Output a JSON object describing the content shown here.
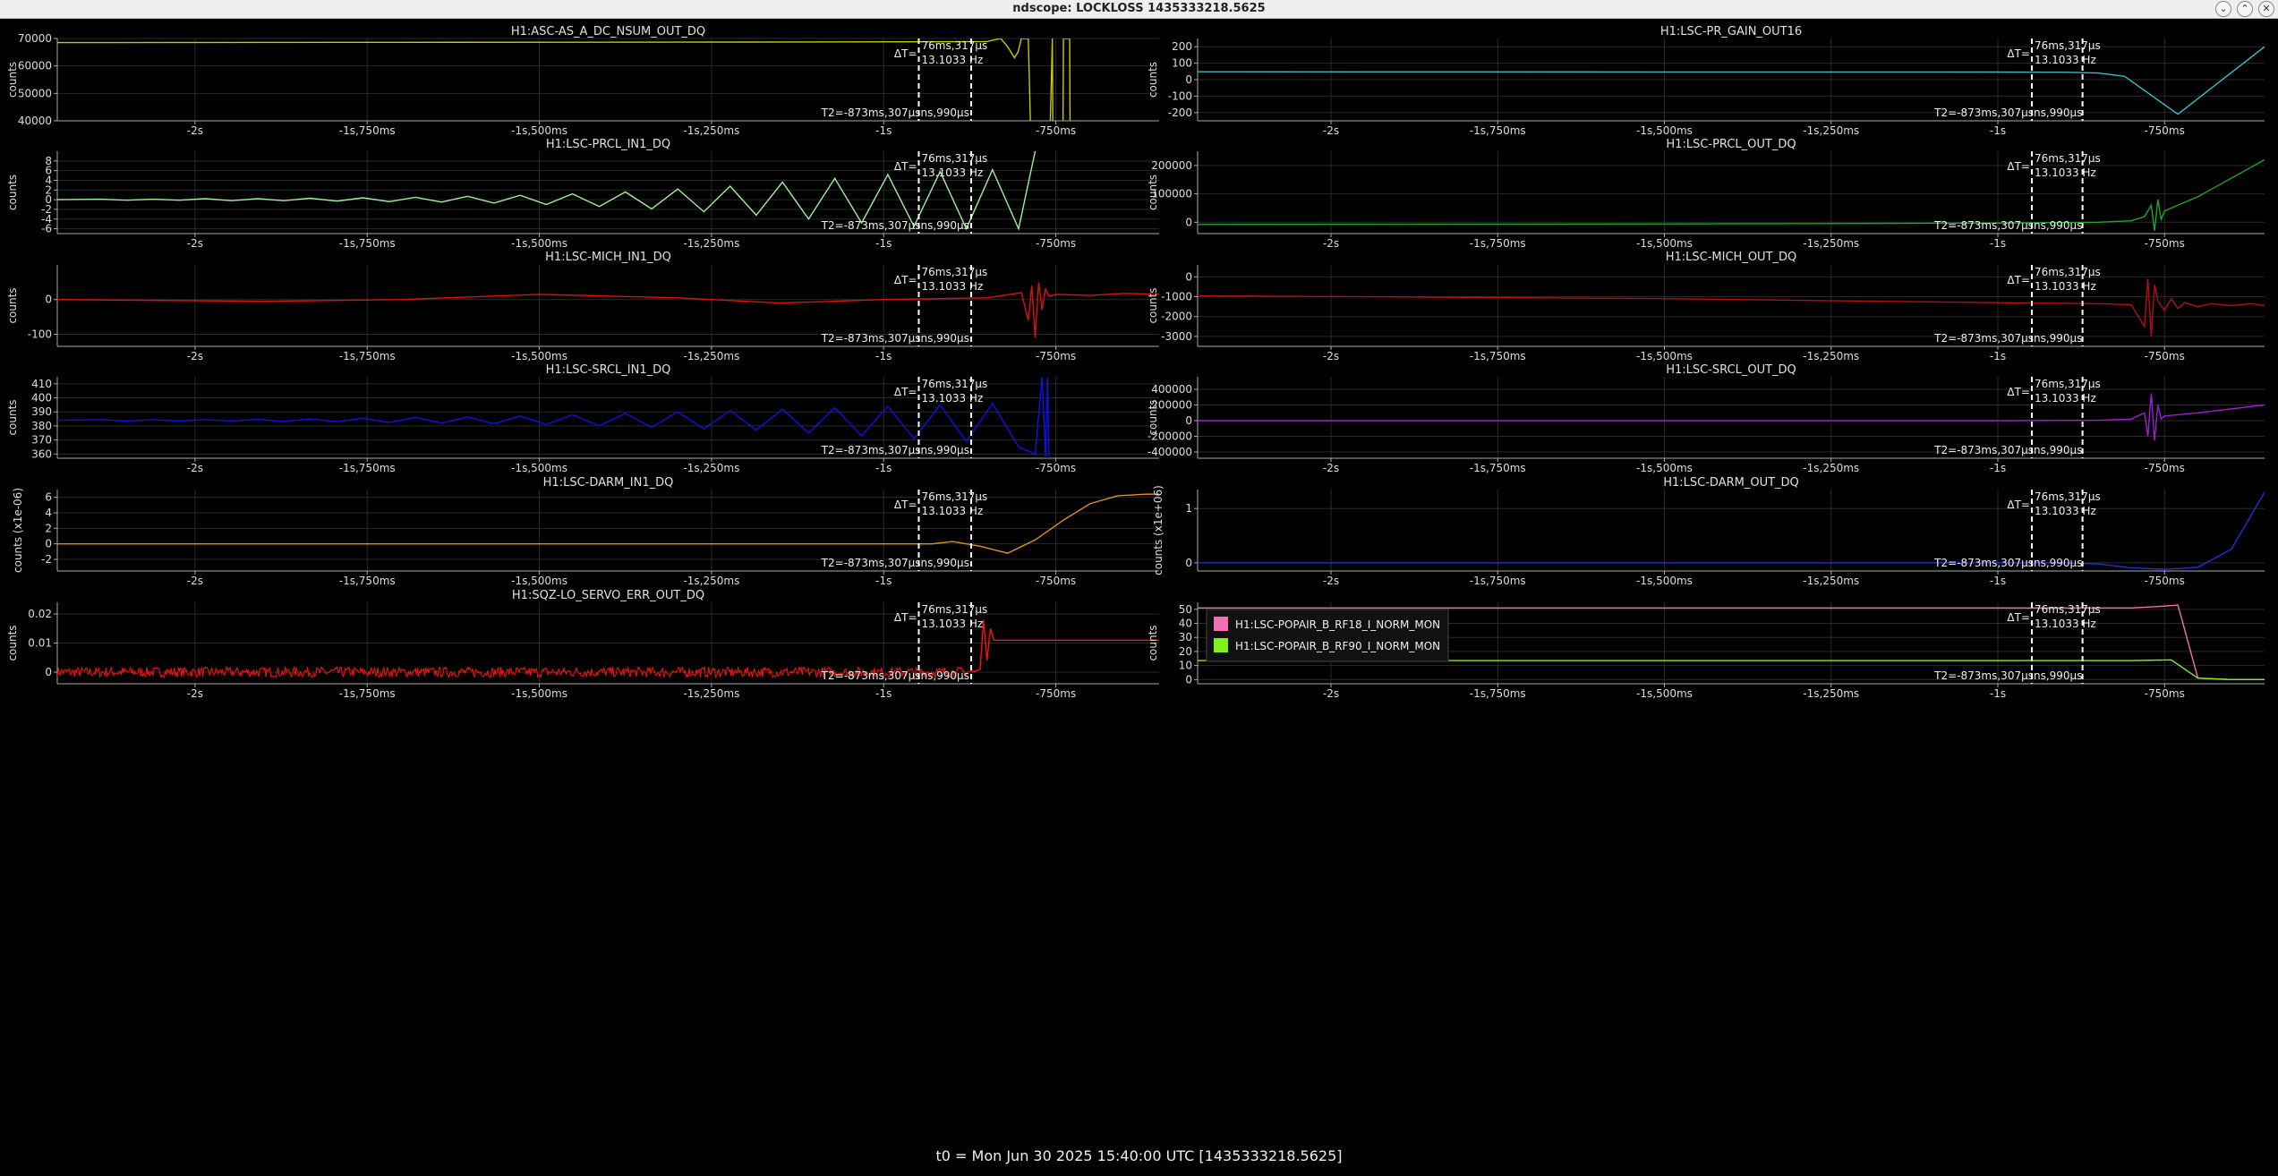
{
  "window": {
    "title": "ndscope: LOCKLOSS 1435333218.5625",
    "buttons": [
      "⌄",
      "⌃",
      "✕"
    ]
  },
  "footer": "t0 = Mon Jun 30 2025 15:40:00 UTC [1435333218.5625]",
  "cursors": {
    "delta_label": "ΔT=",
    "delta_time": "76ms,317µs",
    "delta_freq": "13.1033 Hz",
    "t2_label": "T2=-873ms,307µs",
    "t1_fragment": "ns,990µs",
    "t1": -0.949,
    "t2": -0.873
  },
  "chart_data": [
    {
      "type": "line",
      "title": "H1:ASC-AS_A_DC_NSUM_OUT_DQ",
      "ylabel": "counts",
      "xlim": [
        -2.2,
        -0.6
      ],
      "ylim": [
        40000,
        70000
      ],
      "yticks": [
        40000,
        50000,
        60000,
        70000
      ],
      "ytick_labels": [
        "40000",
        "50000",
        "60000",
        "70000"
      ],
      "xticks": [
        -2.0,
        -1.75,
        -1.5,
        -1.25,
        -1.0,
        -0.75
      ],
      "xtick_labels": [
        "-2s",
        "-1s,750ms",
        "-1s,500ms",
        "-1s,250ms",
        "-1s",
        "-750ms"
      ],
      "color": "#c8c800",
      "series": [
        {
          "x": [
            -2.2,
            -1.7,
            -1.2,
            -0.95,
            -0.85,
            -0.83,
            -0.82,
            -0.81,
            -0.805,
            -0.8,
            -0.79,
            -0.785,
            -0.76,
            -0.755,
            -0.754,
            -0.74,
            -0.739,
            -0.73,
            -0.729
          ],
          "y": [
            68500,
            68600,
            68700,
            68800,
            68900,
            70000,
            67000,
            63000,
            65000,
            70000,
            70000,
            20000,
            20000,
            70000,
            20000,
            20000,
            70000,
            70000,
            20000
          ]
        }
      ]
    },
    {
      "type": "line",
      "title": "H1:LSC-PR_GAIN_OUT16",
      "ylabel": "counts",
      "xlim": [
        -2.2,
        -0.6
      ],
      "ylim": [
        -250,
        250
      ],
      "yticks": [
        -200,
        -100,
        0,
        100,
        200
      ],
      "ytick_labels": [
        "-200",
        "-100",
        "0",
        "100",
        "200"
      ],
      "xticks": [
        -2.0,
        -1.75,
        -1.5,
        -1.25,
        -1.0,
        -0.75
      ],
      "xtick_labels": [
        "-2s",
        "-1s,750ms",
        "-1s,500ms",
        "-1s,250ms",
        "-1s",
        "-750ms"
      ],
      "color": "#40b8c0",
      "series": [
        {
          "x": [
            -2.2,
            -1.5,
            -1.0,
            -0.9,
            -0.85,
            -0.81,
            -0.73,
            -0.6
          ],
          "y": [
            48,
            47,
            46,
            45,
            40,
            20,
            -210,
            200
          ]
        }
      ]
    },
    {
      "type": "line",
      "title": "H1:LSC-PRCL_IN1_DQ",
      "ylabel": "counts",
      "xlim": [
        -2.2,
        -0.6
      ],
      "ylim": [
        -7,
        10
      ],
      "yticks": [
        -6,
        -4,
        -2,
        0,
        2,
        4,
        6,
        8
      ],
      "ytick_labels": [
        "-6",
        "-4",
        "-2",
        "0",
        "2",
        "4",
        "6",
        "8"
      ],
      "xticks": [
        -2.0,
        -1.75,
        -1.5,
        -1.25,
        -1.0,
        -0.75
      ],
      "xtick_labels": [
        "-2s",
        "-1s,750ms",
        "-1s,500ms",
        "-1s,250ms",
        "-1s",
        "-750ms"
      ],
      "color": "#a0f0a0",
      "series": [
        {
          "x": [
            -2.2,
            -2.137,
            -2.099,
            -2.061,
            -2.023,
            -1.985,
            -1.947,
            -1.909,
            -1.871,
            -1.833,
            -1.794,
            -1.756,
            -1.718,
            -1.68,
            -1.642,
            -1.604,
            -1.566,
            -1.528,
            -1.49,
            -1.452,
            -1.413,
            -1.375,
            -1.337,
            -1.299,
            -1.261,
            -1.223,
            -1.185,
            -1.147,
            -1.109,
            -1.071,
            -1.032,
            -0.994,
            -0.956,
            -0.918,
            -0.88,
            -0.842,
            -0.804,
            -0.78
          ],
          "y": [
            0,
            0.1,
            -0.1,
            0.1,
            -0.1,
            0.2,
            -0.2,
            0.2,
            -0.2,
            0.3,
            -0.3,
            0.4,
            -0.4,
            0.5,
            -0.5,
            0.7,
            -0.7,
            0.9,
            -1.0,
            1.2,
            -1.4,
            1.6,
            -1.9,
            2.2,
            -2.5,
            2.8,
            -3.2,
            3.6,
            -4.0,
            4.4,
            -4.8,
            5.2,
            -5.5,
            5.8,
            -6.0,
            6.2,
            -6.0,
            10
          ]
        }
      ]
    },
    {
      "type": "line",
      "title": "H1:LSC-PRCL_OUT_DQ",
      "ylabel": "counts",
      "xlim": [
        -2.2,
        -0.6
      ],
      "ylim": [
        -40000,
        250000
      ],
      "yticks": [
        0,
        100000,
        200000
      ],
      "ytick_labels": [
        "0",
        "100000",
        "200000"
      ],
      "xticks": [
        -2.0,
        -1.75,
        -1.5,
        -1.25,
        -1.0,
        -0.75
      ],
      "xtick_labels": [
        "-2s",
        "-1s,750ms",
        "-1s,500ms",
        "-1s,250ms",
        "-1s",
        "-750ms"
      ],
      "color": "#1aa82a",
      "series": [
        {
          "x": [
            -2.2,
            -1.5,
            -1.0,
            -0.85,
            -0.8,
            -0.78,
            -0.77,
            -0.765,
            -0.76,
            -0.755,
            -0.75,
            -0.7,
            -0.6
          ],
          "y": [
            -8000,
            -6000,
            -3000,
            0,
            5000,
            20000,
            60000,
            -30000,
            80000,
            10000,
            40000,
            90000,
            220000
          ]
        }
      ]
    },
    {
      "type": "line",
      "title": "H1:LSC-MICH_IN1_DQ",
      "ylabel": "counts",
      "xlim": [
        -2.2,
        -0.6
      ],
      "ylim": [
        -135,
        100
      ],
      "yticks": [
        -100,
        0
      ],
      "ytick_labels": [
        "-100",
        "0"
      ],
      "xticks": [
        -2.0,
        -1.75,
        -1.5,
        -1.25,
        -1.0,
        -0.75
      ],
      "xtick_labels": [
        "-2s",
        "-1s,750ms",
        "-1s,500ms",
        "-1s,250ms",
        "-1s",
        "-750ms"
      ],
      "color": "#e01010",
      "series": [
        {
          "x": [
            -2.2,
            -1.9,
            -1.7,
            -1.5,
            -1.3,
            -1.15,
            -1.0,
            -0.85,
            -0.8,
            -0.79,
            -0.785,
            -0.78,
            -0.775,
            -0.77,
            -0.765,
            -0.76,
            -0.75,
            -0.7,
            -0.65,
            -0.6
          ],
          "y": [
            0,
            -5,
            0,
            15,
            5,
            -10,
            0,
            5,
            20,
            -60,
            40,
            -110,
            50,
            -30,
            30,
            10,
            15,
            12,
            18,
            15
          ]
        }
      ]
    },
    {
      "type": "line",
      "title": "H1:LSC-MICH_OUT_DQ",
      "ylabel": "counts",
      "xlim": [
        -2.2,
        -0.6
      ],
      "ylim": [
        -3500,
        600
      ],
      "yticks": [
        -3000,
        -2000,
        -1000,
        0
      ],
      "ytick_labels": [
        "-3000",
        "-2000",
        "-1000",
        "0"
      ],
      "xticks": [
        -2.0,
        -1.75,
        -1.5,
        -1.25,
        -1.0,
        -0.75
      ],
      "xtick_labels": [
        "-2s",
        "-1s,750ms",
        "-1s,500ms",
        "-1s,250ms",
        "-1s",
        "-750ms"
      ],
      "color": "#b01010",
      "series": [
        {
          "x": [
            -2.2,
            -1.5,
            -1.0,
            -0.85,
            -0.8,
            -0.78,
            -0.775,
            -0.77,
            -0.765,
            -0.76,
            -0.75,
            -0.74,
            -0.73,
            -0.72,
            -0.7,
            -0.68,
            -0.65,
            -0.62,
            -0.6
          ],
          "y": [
            -950,
            -1100,
            -1300,
            -1350,
            -1400,
            -2500,
            -100,
            -3000,
            -400,
            -1200,
            -1700,
            -1100,
            -1600,
            -1300,
            -1500,
            -1350,
            -1450,
            -1350,
            -1450
          ]
        }
      ]
    },
    {
      "type": "line",
      "title": "H1:LSC-SRCL_IN1_DQ",
      "ylabel": "counts",
      "xlim": [
        -2.2,
        -0.6
      ],
      "ylim": [
        357,
        415
      ],
      "yticks": [
        360,
        370,
        380,
        390,
        400,
        410
      ],
      "ytick_labels": [
        "360",
        "370",
        "380",
        "390",
        "400",
        "410"
      ],
      "xticks": [
        -2.0,
        -1.75,
        -1.5,
        -1.25,
        -1.0,
        -0.75
      ],
      "xtick_labels": [
        "-2s",
        "-1s,750ms",
        "-1s,500ms",
        "-1s,250ms",
        "-1s",
        "-750ms"
      ],
      "color": "#1010e8",
      "series": [
        {
          "x": [
            -2.2,
            -2.137,
            -2.099,
            -2.061,
            -2.023,
            -1.985,
            -1.947,
            -1.909,
            -1.871,
            -1.833,
            -1.794,
            -1.756,
            -1.718,
            -1.68,
            -1.642,
            -1.604,
            -1.566,
            -1.528,
            -1.49,
            -1.452,
            -1.413,
            -1.375,
            -1.337,
            -1.299,
            -1.261,
            -1.223,
            -1.185,
            -1.147,
            -1.109,
            -1.071,
            -1.032,
            -0.994,
            -0.956,
            -0.918,
            -0.88,
            -0.842,
            -0.804,
            -0.78,
            -0.77,
            -0.765,
            -0.762,
            -0.76
          ],
          "y": [
            384,
            384.5,
            383.5,
            384.5,
            383.5,
            384.5,
            383.5,
            384.8,
            383.2,
            385,
            383,
            385.5,
            382.5,
            386,
            382,
            386.5,
            381.5,
            387,
            381,
            388,
            380,
            389,
            379,
            390,
            378,
            391,
            377,
            392,
            375,
            393,
            373,
            394,
            371,
            395,
            369,
            396,
            365,
            360,
            415,
            357,
            415,
            357
          ]
        }
      ]
    },
    {
      "type": "line",
      "title": "H1:LSC-SRCL_OUT_DQ",
      "ylabel": "counts",
      "xlim": [
        -2.2,
        -0.6
      ],
      "ylim": [
        -480000,
        560000
      ],
      "yticks": [
        -400000,
        -200000,
        0,
        200000,
        400000
      ],
      "ytick_labels": [
        "-400000",
        "-200000",
        "0",
        "200000",
        "400000"
      ],
      "xticks": [
        -2.0,
        -1.75,
        -1.5,
        -1.25,
        -1.0,
        -0.75
      ],
      "xtick_labels": [
        "-2s",
        "-1s,750ms",
        "-1s,500ms",
        "-1s,250ms",
        "-1s",
        "-750ms"
      ],
      "color": "#9a20d0",
      "series": [
        {
          "x": [
            -2.2,
            -1.5,
            -1.0,
            -0.85,
            -0.8,
            -0.78,
            -0.775,
            -0.77,
            -0.765,
            -0.76,
            -0.755,
            -0.75,
            -0.7,
            -0.6
          ],
          "y": [
            0,
            0,
            0,
            5000,
            20000,
            100000,
            -200000,
            350000,
            -250000,
            200000,
            20000,
            60000,
            100000,
            200000
          ]
        }
      ]
    },
    {
      "type": "line",
      "title": "H1:LSC-DARM_IN1_DQ",
      "ylabel": "counts (x1e-06)",
      "xlim": [
        -2.2,
        -0.6
      ],
      "ylim": [
        -3.5,
        7
      ],
      "yticks": [
        -2,
        0,
        2,
        4,
        6
      ],
      "ytick_labels": [
        "-2",
        "0",
        "2",
        "4",
        "6"
      ],
      "xticks": [
        -2.0,
        -1.75,
        -1.5,
        -1.25,
        -1.0,
        -0.75
      ],
      "xtick_labels": [
        "-2s",
        "-1s,750ms",
        "-1s,500ms",
        "-1s,250ms",
        "-1s",
        "-750ms"
      ],
      "color": "#e09020",
      "series": [
        {
          "x": [
            -2.2,
            -1.5,
            -1.0,
            -0.93,
            -0.9,
            -0.86,
            -0.82,
            -0.78,
            -0.74,
            -0.7,
            -0.66,
            -0.62,
            -0.6
          ],
          "y": [
            0,
            0,
            0,
            0,
            0.3,
            -0.3,
            -1.2,
            0.5,
            3.0,
            5.2,
            6.2,
            6.4,
            6.4
          ]
        }
      ]
    },
    {
      "type": "line",
      "title": "H1:LSC-DARM_OUT_DQ",
      "ylabel": "counts (x1e+06)",
      "xlim": [
        -2.2,
        -0.6
      ],
      "ylim": [
        -0.15,
        1.35
      ],
      "yticks": [
        0,
        1
      ],
      "ytick_labels": [
        "0",
        "1"
      ],
      "xticks": [
        -2.0,
        -1.75,
        -1.5,
        -1.25,
        -1.0,
        -0.75
      ],
      "xtick_labels": [
        "-2s",
        "-1s,750ms",
        "-1s,500ms",
        "-1s,250ms",
        "-1s",
        "-750ms"
      ],
      "color": "#2030d8",
      "series": [
        {
          "x": [
            -2.2,
            -1.5,
            -1.0,
            -0.9,
            -0.85,
            -0.8,
            -0.75,
            -0.7,
            -0.65,
            -0.6
          ],
          "y": [
            0,
            0,
            0,
            0,
            -0.02,
            -0.09,
            -0.12,
            -0.08,
            0.25,
            1.3
          ]
        }
      ]
    },
    {
      "type": "line",
      "title": "H1:SQZ-LO_SERVO_ERR_OUT_DQ",
      "ylabel": "counts",
      "xlim": [
        -2.2,
        -0.6
      ],
      "ylim": [
        -0.004,
        0.024
      ],
      "yticks": [
        0,
        0.01,
        0.02
      ],
      "ytick_labels": [
        "0",
        "0.01",
        "0.02"
      ],
      "xticks": [
        -2.0,
        -1.75,
        -1.5,
        -1.25,
        -1.0,
        -0.75
      ],
      "xtick_labels": [
        "-2s",
        "-1s,750ms",
        "-1s,500ms",
        "-1s,250ms",
        "-1s",
        "-750ms"
      ],
      "color": "#ff1010",
      "noise_before": [
        -2.2,
        -0.87,
        0.0,
        0.0018
      ],
      "series": [
        {
          "x": [
            -0.87,
            -0.86,
            -0.855,
            -0.85,
            -0.845,
            -0.84,
            -0.835,
            -0.83,
            -0.8,
            -0.7,
            -0.6
          ],
          "y": [
            0,
            0.001,
            0.018,
            0.004,
            0.015,
            0.011,
            0.011,
            0.011,
            0.011,
            0.011,
            0.011
          ]
        }
      ]
    },
    {
      "type": "line",
      "title": "",
      "ylabel": "counts",
      "xlim": [
        -2.2,
        -0.6
      ],
      "ylim": [
        -3,
        55
      ],
      "yticks": [
        0,
        10,
        20,
        30,
        40,
        50
      ],
      "ytick_labels": [
        "0",
        "10",
        "20",
        "30",
        "40",
        "50"
      ],
      "xticks": [
        -2.0,
        -1.75,
        -1.5,
        -1.25,
        -1.0,
        -0.75
      ],
      "xtick_labels": [
        "-2s",
        "-1s,750ms",
        "-1s,500ms",
        "-1s,250ms",
        "-1s",
        "-750ms"
      ],
      "legend": "top-left",
      "series": [
        {
          "name": "H1:LSC-POPAIR_B_RF18_I_NORM_MON",
          "color": "#f070b0",
          "x": [
            -2.2,
            -1.5,
            -1.0,
            -0.8,
            -0.76,
            -0.73,
            -0.7,
            -0.65,
            -0.6
          ],
          "y": [
            51,
            51,
            51,
            51,
            52,
            53,
            1,
            0,
            0
          ]
        },
        {
          "name": "H1:LSC-POPAIR_B_RF90_I_NORM_MON",
          "color": "#80f020",
          "x": [
            -2.2,
            -1.5,
            -1.0,
            -0.8,
            -0.74,
            -0.7,
            -0.65,
            -0.6
          ],
          "y": [
            13.5,
            13.5,
            13.5,
            13.5,
            14,
            1,
            0,
            0
          ]
        }
      ]
    }
  ]
}
